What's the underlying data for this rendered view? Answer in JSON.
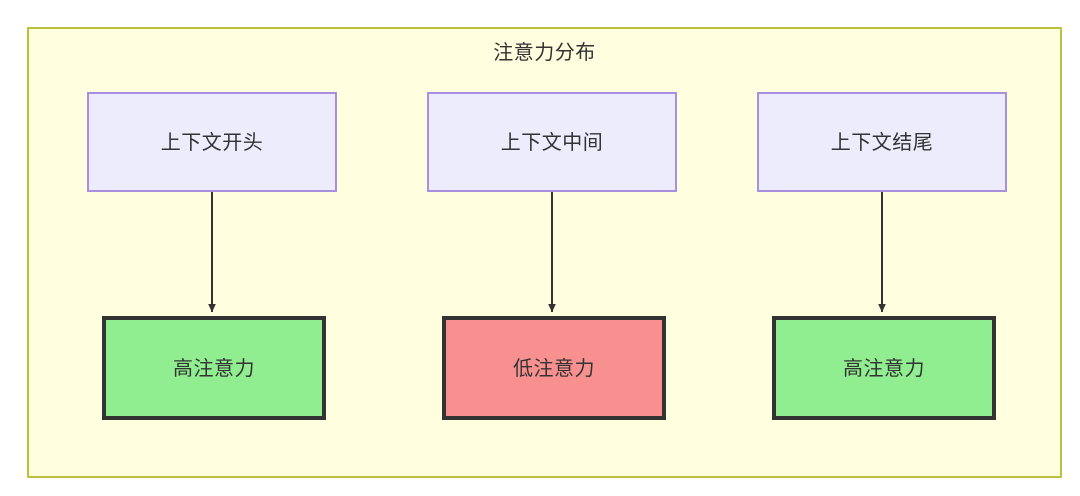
{
  "diagram": {
    "title": "注意力分布",
    "background_color": "#ffffe0",
    "border_color": "#bfbf3f",
    "canvas_color": "#ffffff",
    "text_color": "#333333",
    "nodes": {
      "context": [
        {
          "id": "ctx-start",
          "label": "上下文开头",
          "fill": "#ececfd",
          "stroke": "#a98fe0"
        },
        {
          "id": "ctx-mid",
          "label": "上下文中间",
          "fill": "#ececfd",
          "stroke": "#a98fe0"
        },
        {
          "id": "ctx-end",
          "label": "上下文结尾",
          "fill": "#ececfd",
          "stroke": "#a98fe0"
        }
      ],
      "attention": [
        {
          "id": "att-left",
          "label": "高注意力",
          "fill": "#90ee90",
          "stroke": "#333333",
          "level": "high"
        },
        {
          "id": "att-mid",
          "label": "低注意力",
          "fill": "#f89090",
          "stroke": "#333333",
          "level": "low"
        },
        {
          "id": "att-right",
          "label": "高注意力",
          "fill": "#90ee90",
          "stroke": "#333333",
          "level": "high"
        }
      ]
    },
    "edges": [
      {
        "from": "ctx-start",
        "to": "att-left",
        "label": "",
        "style": "solid-arrow"
      },
      {
        "from": "ctx-mid",
        "to": "att-mid",
        "label": "",
        "style": "solid-arrow"
      },
      {
        "from": "ctx-end",
        "to": "att-right",
        "label": "",
        "style": "solid-arrow"
      }
    ],
    "edge_color": "#333333"
  }
}
